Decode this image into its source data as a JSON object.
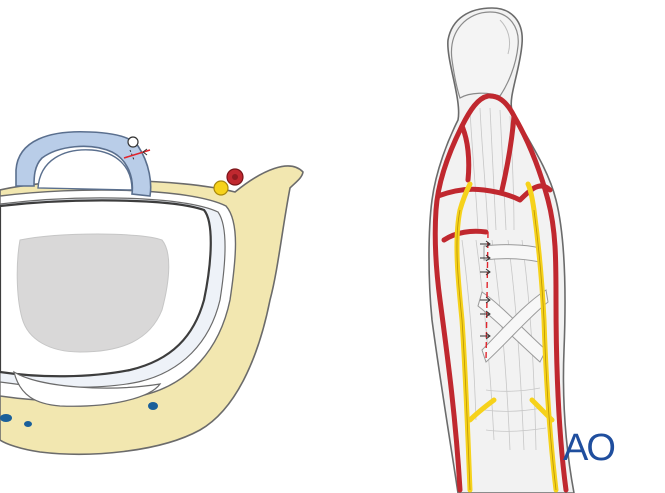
{
  "logo": {
    "text": "AO",
    "color": "#1f4e9e"
  },
  "colors": {
    "bone": "#d9d8d8",
    "bone_outline": "#4a4a4a",
    "cartilage": "#f2f2f2",
    "soft_tissue": "#f2e7b0",
    "sheath": "#b9cde8",
    "artery": "#c0282f",
    "nerve": "#f6d21b",
    "vein_dot": "#1a5f9a",
    "suture": "#e0262d"
  },
  "panels": {
    "left": "cross-section-view",
    "right": "finger-dorsal-view"
  }
}
